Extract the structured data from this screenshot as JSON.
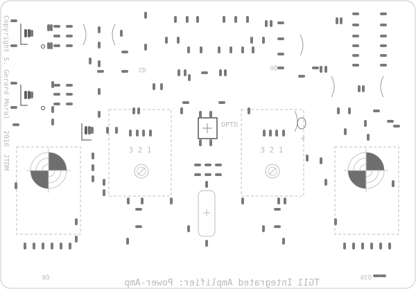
{
  "board": {
    "title": "TG11 Integrated Amplifier: Power-Amp",
    "copyright": "Copyright S. Gerard Moral",
    "year": "2016",
    "author_suffix": "JTDM",
    "opto_label": "OPTO",
    "q2_label": "Q2",
    "q6_label": "Q6",
    "q8_label": "Q8",
    "q10_label": "Q10",
    "trimpot_left_pins": "3 2 1",
    "trimpot_right_pins": "3 2 1",
    "plus_sign": "+"
  },
  "colors": {
    "silkscreen": "#b9b9b9",
    "pad": "#7a7a7a",
    "pad_dark": "#5e5e5e",
    "outline": "#8d8d8d",
    "background": "#ffffff"
  }
}
